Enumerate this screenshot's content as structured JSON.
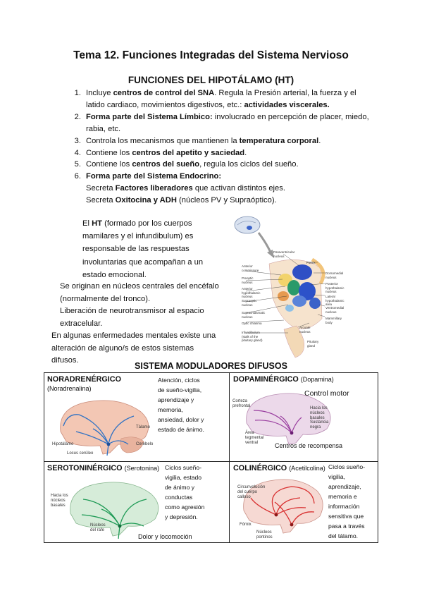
{
  "title": "Tema 12. Funciones Integradas del Sistema Nervioso",
  "subtitle": "FUNCIONES DEL HIPOTÁLAMO (HT)",
  "items": [
    {
      "num": "1.",
      "pre": "Incluye ",
      "bold": "centros de control del SNA",
      "post": ". Regula la Presión arterial, la fuerza y el",
      "line2_pre": "latido cardiaco, movimientos digestivos, etc.: ",
      "line2_bold": "actividades viscerales."
    },
    {
      "num": "2.",
      "bold": "Forma parte del Sistema Límbico:",
      "post": " involucrado en percepción de placer, miedo,",
      "line2": "rabia, etc."
    },
    {
      "num": "3.",
      "pre": "Controla los mecanismos que mantienen la ",
      "bold": "temperatura corporal",
      "post": "."
    },
    {
      "num": "4.",
      "pre": "Contiene los ",
      "bold": "centros del apetito y saciedad",
      "post": "."
    },
    {
      "num": "5.",
      "pre": "Contiene los ",
      "bold": "centros del sueño",
      "post": ", regula los ciclos del sueño."
    },
    {
      "num": "6.",
      "bold": "Forma parte del Sistema Endocrino:",
      "line2_pre": "Secreta ",
      "line2_bold": "Factores liberadores",
      "line2_post": " que activan distintos ejes.",
      "line3_pre": "Secreta ",
      "line3_bold": "Oxitocina y ADH",
      "line3_post": " (núcleos PV y Supraóptico)."
    }
  ],
  "hypothalamus_intro": {
    "pre": "El ",
    "bold": "HT",
    "post": " (formado por los cuerpos mamilares y el infundibulum) es responsable de las respuestas involuntarias que acompañan a un estado emocional."
  },
  "origin": {
    "line1": "Se originan en núcleos centrales del encéfalo (normalmente del tronco).",
    "line2": "Liberación de neurotransmisor al espacio extracelular.",
    "line3": "En algunas enfermedades mentales existe una alteración de alguno/s de estos sistemas difusos."
  },
  "hypothalamus_figure": {
    "labels_left": [
      "Anterior commissure",
      "Preoptic nucleus",
      "Anterior hypothalamic nucleus",
      "Supraoptic nucleus",
      "Suprachiasmatic nucleus",
      "Optic chiasma",
      "Infundibulum (stalk of the pituitary gland)"
    ],
    "labels_top": [
      "Paraventricular nucleus",
      "Fornix"
    ],
    "labels_right": [
      "Dorsomedial nucleus",
      "Posterior hypothalamic nucleus",
      "Lateral hypothalamic area",
      "Ventromedial nucleus",
      "Mammillary body",
      "Arcuate nucleus",
      "Pituitary gland"
    ]
  },
  "section2": "SISTEMA MODULADORES DIFUSOS",
  "panels": {
    "noradrenergic": {
      "name": "NORADRENÉRGICO",
      "sub": "(Noradrenalina)",
      "note": [
        "Atención, ciclos",
        "de sueño-vigilia,",
        "aprendizaje y",
        "memoria,",
        "ansiedad, dolor y",
        "estado de ánimo."
      ],
      "labels": [
        "Tálamo",
        "Hipotálamo",
        "Cerebelo",
        "Locus cerúleo"
      ]
    },
    "dopaminergic": {
      "name": "DOPAMINÉRGICO",
      "sub": "(Dopamina)",
      "note_top": "Control motor",
      "note_bottom": "Centros de recompensa",
      "labels": [
        "Corteza prefrontal",
        "Hacia los núcleos basales",
        "Sustancia negra",
        "Área tegmental ventral"
      ]
    },
    "serotonergic": {
      "name": "SEROTONINÉRGICO",
      "sub": "(Serotonina)",
      "note": [
        "Ciclos sueño-",
        "vigilia, estado",
        "de ánimo y",
        "conductas",
        "como agresión",
        "y depresión."
      ],
      "note_bottom": "Dolor y locomoción",
      "labels": [
        "Hacia los núcleos basales",
        "Núcleos del rafe"
      ]
    },
    "cholinergic": {
      "name": "COLINÉRGICO",
      "sub": "(Acetilcolina)",
      "note": [
        "Ciclos sueño-",
        "vigilia,",
        "aprendizaje,",
        "memoria e",
        "información",
        "sensitiva que",
        "pasa a través",
        "del tálamo."
      ],
      "labels": [
        "Circunvolución del cuerpo calloso",
        "Fórnix",
        "Núcleos pontinos"
      ]
    }
  },
  "colors": {
    "noradrenergic": "#2f72c4",
    "dopaminergic": "#9a3fa0",
    "serotonergic": "#1e9a55",
    "cholinergic": "#d83030",
    "brain": "#f3c7b4"
  }
}
